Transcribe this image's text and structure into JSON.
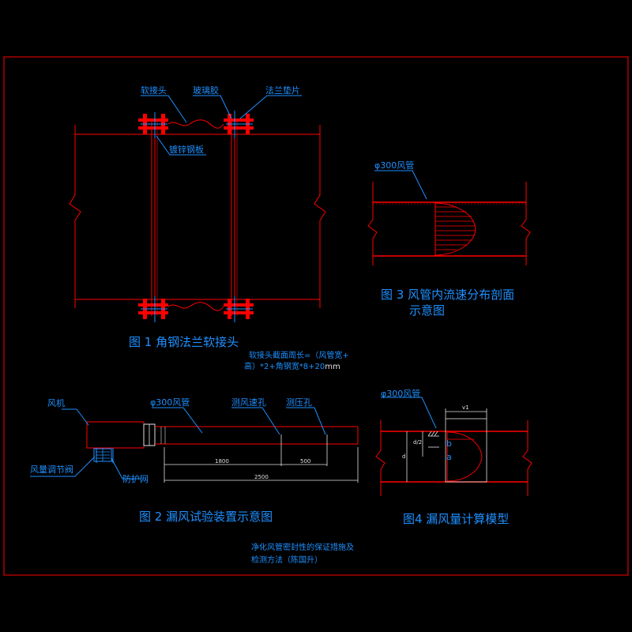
{
  "fig1": {
    "caption": "图 1 角钢法兰软接头",
    "labels": {
      "soft_joint": "软接头",
      "glass_glue": "玻璃胶",
      "flange_gasket": "法兰垫片",
      "galvanized_plate": "镀锌钢板"
    },
    "note_line1": "软接头截面周长=（风管宽+",
    "note_line2_a": "高）*2+角钢宽*8+20",
    "note_line2_b": "mm"
  },
  "fig2": {
    "caption": "图 2 漏风试验装置示意图",
    "labels": {
      "fan": "风机",
      "duct": "φ300风管",
      "speed_hole": "测风速孔",
      "pressure_hole": "测压孔",
      "air_valve": "风量调节阀",
      "screen": "防护网"
    },
    "dims": {
      "d1": "1800",
      "d2": "500",
      "d3": "2500"
    }
  },
  "fig3": {
    "caption_line1": "图 3 风管内流速分布剖面",
    "caption_line2": "示意图",
    "duct_label": "φ300风管"
  },
  "fig4": {
    "caption": "图4 漏风量计算模型",
    "duct_label": "φ300风管",
    "point_a": "a",
    "point_b": "b",
    "dim_v1": "v1",
    "dim_d": "d",
    "dim_d2": "d/2"
  },
  "footer": {
    "line1": "净化风管密封性的保证措施及",
    "line2": "检测方法（陈国升）"
  },
  "colors": {
    "frame": "#ff0000",
    "text": "#1E90FF",
    "dim": "#e0e0e0"
  }
}
